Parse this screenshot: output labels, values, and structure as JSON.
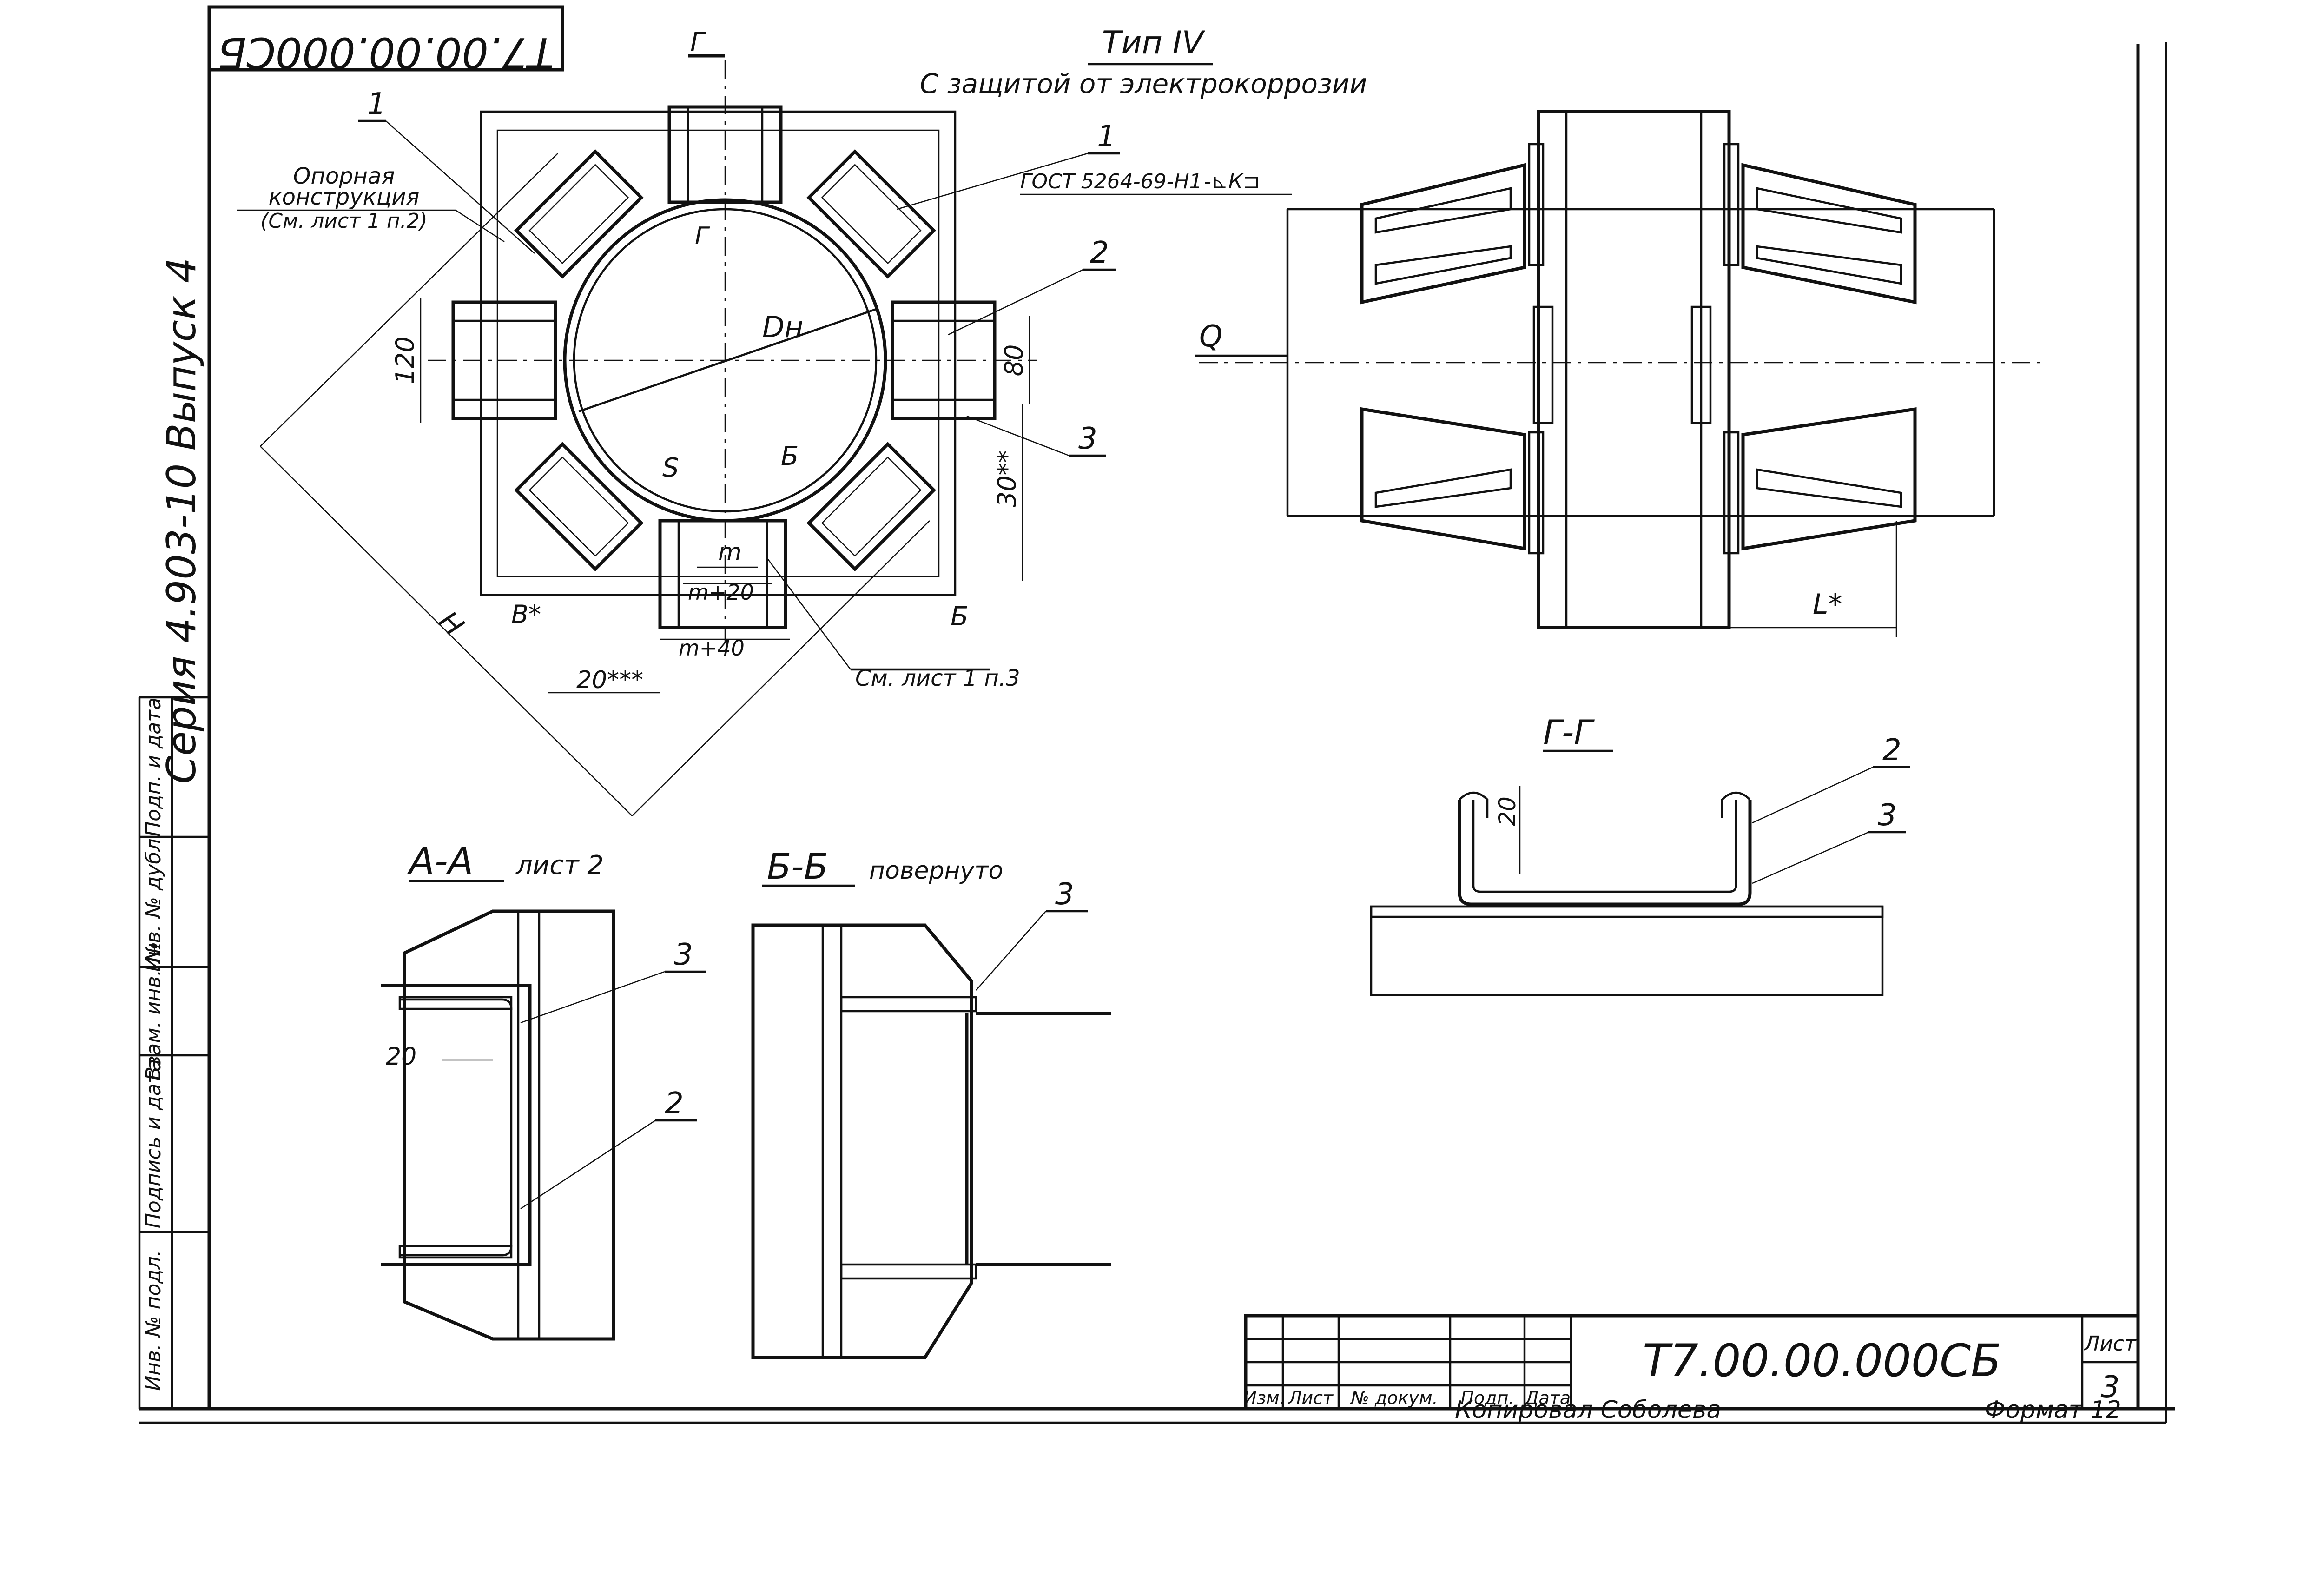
{
  "doc_code_rotated": "Т7.00.00.000СБ",
  "doc_code": "Т7.00.00.000СБ",
  "view_title": "Тип IV",
  "view_subtitle": "С защитой от электрокоррозии",
  "series_label": "Серия 4.903-10 Выпуск 4",
  "plan": {
    "label_support": [
      "Опорная",
      "конструкция",
      "(См. лист 1 п.2)"
    ],
    "callout_1a": "1",
    "callout_1b": "1",
    "callout_2": "2",
    "callout_3": "3",
    "gost": "ГОСТ 5264-69-Н1",
    "gost_tail": "-⊾К⊐",
    "section_g_top": "Г",
    "section_g_inner": "Г",
    "section_b": "Б",
    "section_b2": "Б",
    "dim_dn": "Dн",
    "dim_120": "120",
    "dim_80": "80",
    "dim_30": "30**",
    "dim_s": "S",
    "dim_h": "H",
    "dim_b": "В*",
    "dim_m": "m",
    "dim_m20": "m+20",
    "dim_m40": "m+40",
    "dim_20": "20***",
    "see_sheet": "См. лист 1 п.3"
  },
  "side": {
    "label_q": "Q",
    "dim_l": "L*"
  },
  "section_aa": {
    "title": "А-А",
    "ref": "лист 2",
    "callout_3": "3",
    "callout_2": "2",
    "dim_20": "20"
  },
  "section_bb": {
    "title": "Б-Б",
    "ref": "повернуто",
    "callout_3": "3"
  },
  "section_gg": {
    "title": "Г-Г",
    "callout_2": "2",
    "callout_3": "3",
    "dim_20": "20"
  },
  "stamp_left": [
    "Инв. № подл.",
    "Подпись и дата",
    "Взам. инв. №",
    "Инв. № дубл.",
    "Подп. и дата"
  ],
  "title_block": {
    "cols": [
      "Изм.",
      "Лист",
      "№ докум.",
      "Подп.",
      "Дата"
    ],
    "sheet_label": "Лист",
    "sheet_no": "3"
  },
  "footer_copied": "Копировал Соболева",
  "footer_format": "Формат 12"
}
